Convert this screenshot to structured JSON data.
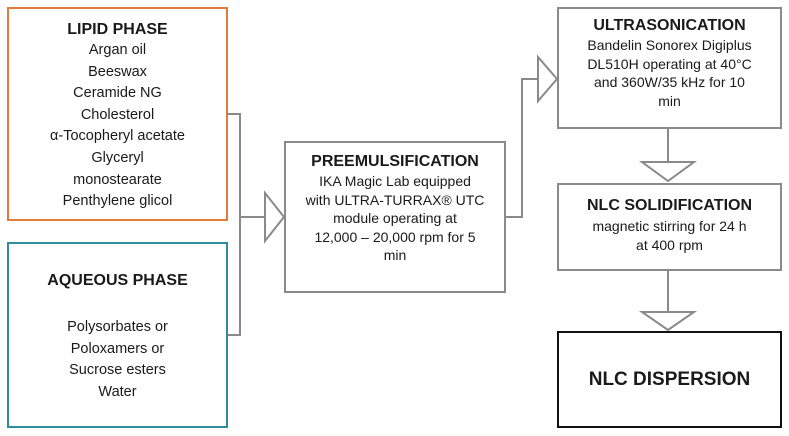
{
  "boxes": {
    "lipid_phase": {
      "title": "LIPID PHASE",
      "lines": [
        "Argan oil",
        "Beeswax",
        "Ceramide NG",
        "Cholesterol",
        "α-Tocopheryl acetate",
        "Glyceryl",
        "monostearate",
        "Penthylene glicol"
      ],
      "border_color": "#e07b39"
    },
    "aqueous_phase": {
      "title": "AQUEOUS PHASE",
      "lines": [
        "Polysorbates or",
        "Poloxamers or",
        "Sucrose esters",
        "Water"
      ],
      "border_color": "#2e8ba0"
    },
    "preemulsification": {
      "title": "PREEMULSIFICATION",
      "lines": [
        "IKA Magic Lab equipped",
        "with ULTRA-TURRAX® UTC",
        "module operating at",
        "12,000 – 20,000 rpm for 5",
        "min"
      ],
      "border_color": "#8a8a8a"
    },
    "ultrasonication": {
      "title": "ULTRASONICATION",
      "lines": [
        "Bandelin Sonorex Digiplus",
        "DL510H operating at 40°C",
        "and 360W/35 kHz for 10",
        "min"
      ],
      "border_color": "#8a8a8a"
    },
    "nlc_solidification": {
      "title": "NLC SOLIDIFICATION",
      "lines": [
        "magnetic stirring for 24 h",
        "at 400 rpm"
      ],
      "border_color": "#8a8a8a"
    },
    "nlc_dispersion": {
      "title": "NLC DISPERSION",
      "border_color": "#111111"
    }
  },
  "connector_color": "#8a8a8a"
}
